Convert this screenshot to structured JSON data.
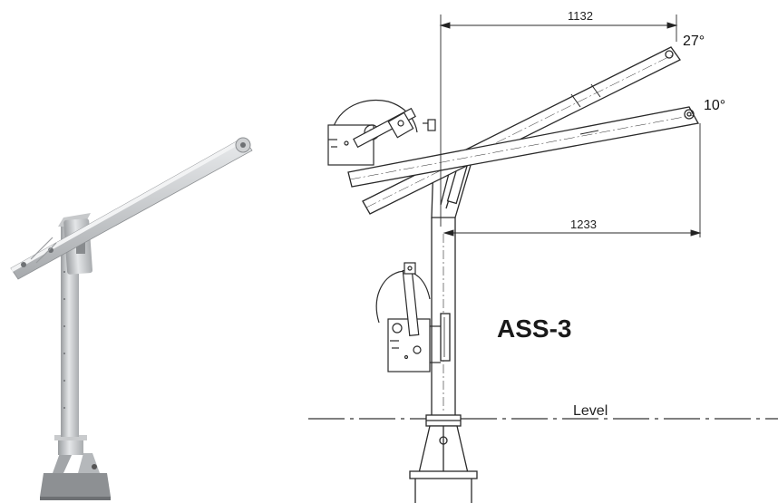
{
  "diagram": {
    "model": "ASS-3",
    "level_label": "Level",
    "dimensions": {
      "reach_top": "1132",
      "reach_bottom": "1233"
    },
    "angles": {
      "upper": "27°",
      "lower": "10°"
    }
  }
}
